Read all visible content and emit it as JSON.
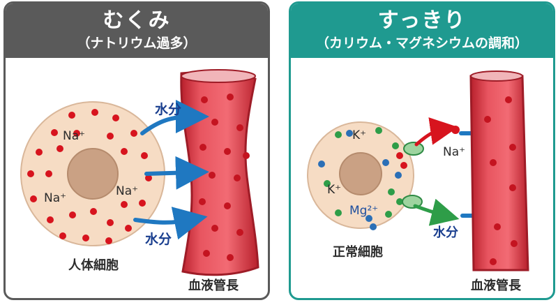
{
  "left": {
    "title": "むくみ",
    "subtitle": "（ナトリウム過多）",
    "na_labels": [
      "Na⁺",
      "Na⁺",
      "Na⁺"
    ],
    "water_labels": [
      "水分",
      "水分"
    ],
    "cell_label": "人体細胞",
    "vessel_label": "血液管長"
  },
  "right": {
    "title": "すっきり",
    "subtitle": "（カリウム・マグネシウムの調和）",
    "k_labels": [
      "K⁺",
      "K⁺"
    ],
    "mg_label": "Mg²⁺",
    "na_label": "Na⁺",
    "water_label": "水分",
    "cell_label": "正常細胞",
    "vessel_label": "血液管長"
  },
  "colors": {
    "left_header": "#5a5a5a",
    "right_header": "#1f9a90",
    "cell_fill": "#f6dcc4",
    "nucleus_fill": "#caa184",
    "sodium_dot": "#d7141e",
    "potassium_dot": "#2e9d48",
    "magnesium_dot": "#2b6fb6",
    "arrow_blue": "#1f78c1",
    "vessel_red": "#d93a45"
  }
}
